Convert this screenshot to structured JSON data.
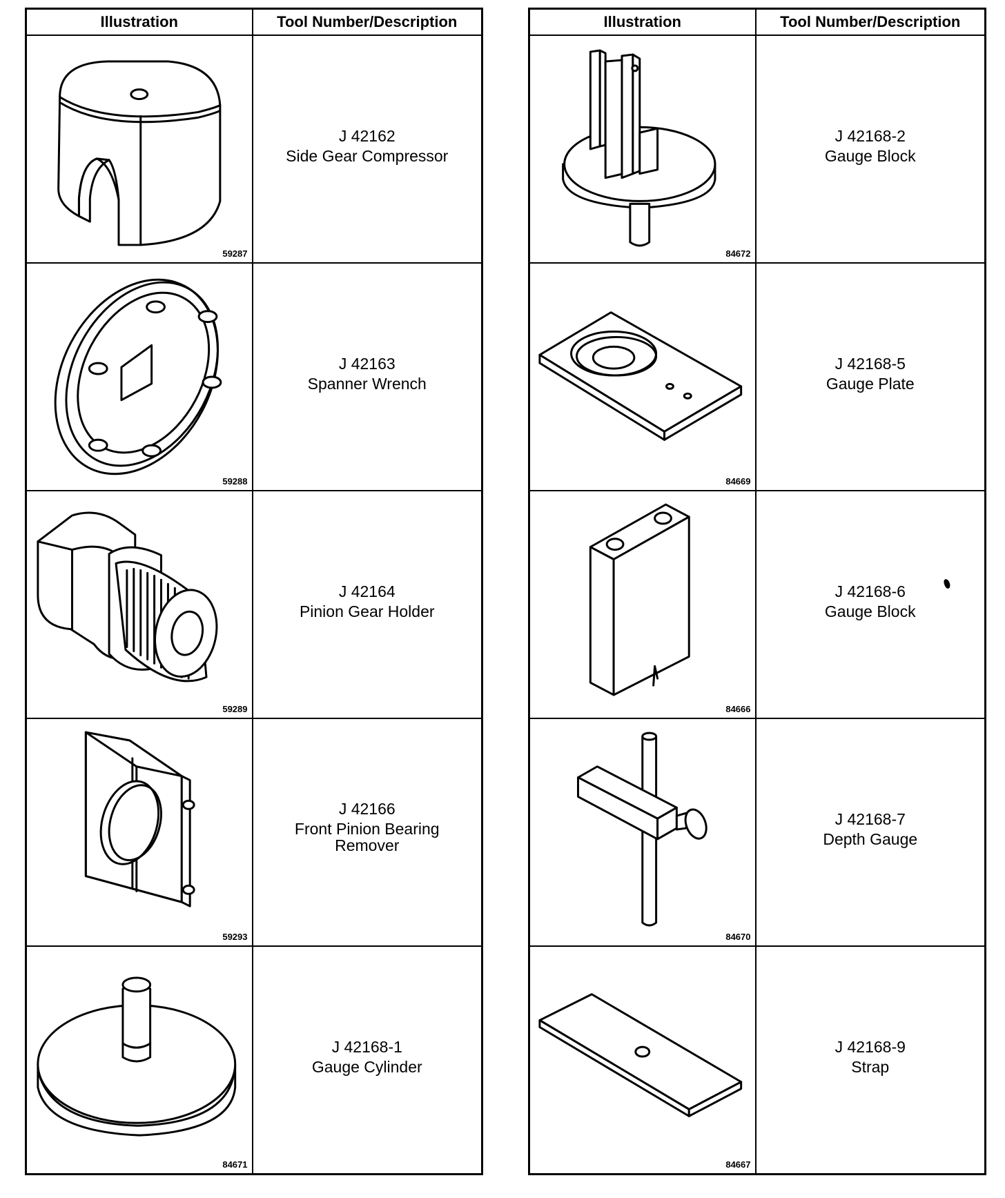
{
  "headers": {
    "illustration": "Illustration",
    "description": "Tool Number/Description"
  },
  "tables": [
    {
      "rows": [
        {
          "fig": "59287",
          "number": "J 42162",
          "name": "Side Gear Compressor",
          "icon": "side-gear-compressor-icon"
        },
        {
          "fig": "59288",
          "number": "J 42163",
          "name": "Spanner Wrench",
          "icon": "spanner-wrench-icon"
        },
        {
          "fig": "59289",
          "number": "J 42164",
          "name": "Pinion Gear Holder",
          "icon": "pinion-gear-holder-icon"
        },
        {
          "fig": "59293",
          "number": "J 42166",
          "name": "Front Pinion Bearing Remover",
          "icon": "front-pinion-bearing-remover-icon"
        },
        {
          "fig": "84671",
          "number": "J 42168-1",
          "name": "Gauge Cylinder",
          "icon": "gauge-cylinder-icon"
        }
      ]
    },
    {
      "rows": [
        {
          "fig": "84672",
          "number": "J 42168-2",
          "name": "Gauge Block",
          "icon": "gauge-block-fork-icon"
        },
        {
          "fig": "84669",
          "number": "J 42168-5",
          "name": "Gauge Plate",
          "icon": "gauge-plate-icon"
        },
        {
          "fig": "84666",
          "number": "J 42168-6",
          "name": "Gauge Block",
          "icon": "gauge-block-icon"
        },
        {
          "fig": "84670",
          "number": "J 42168-7",
          "name": "Depth Gauge",
          "icon": "depth-gauge-icon"
        },
        {
          "fig": "84667",
          "number": "J 42168-9",
          "name": "Strap",
          "icon": "strap-icon"
        }
      ]
    }
  ]
}
